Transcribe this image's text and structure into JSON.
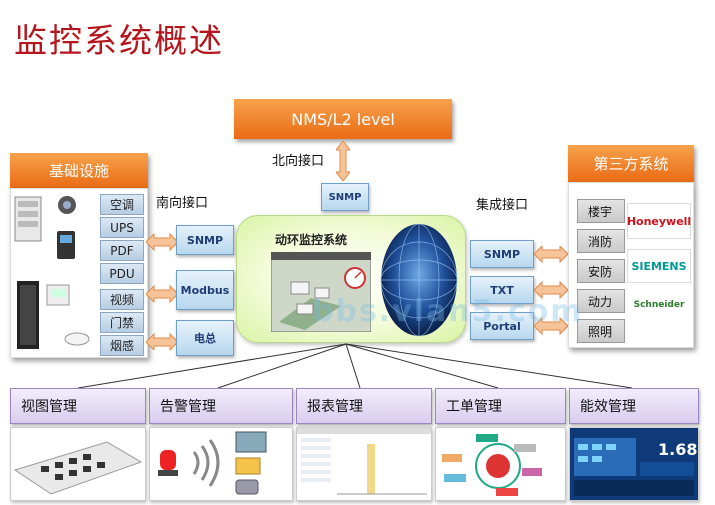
{
  "title": "监控系统概述",
  "nms": {
    "label": "NMS/L2  level"
  },
  "north": {
    "label": "北向接口",
    "protocol": "SNMP"
  },
  "infrastructure": {
    "title": "基础设施",
    "items": [
      "空调",
      "UPS",
      "PDF",
      "PDU",
      "视频",
      "门禁",
      "烟感"
    ]
  },
  "south": {
    "label": "南向接口",
    "protocols": [
      "SNMP",
      "Modbus",
      "电总"
    ]
  },
  "center": {
    "title": "动环监控系统"
  },
  "integration": {
    "label": "集成接口",
    "protocols": [
      "SNMP",
      "TXT",
      "Portal"
    ]
  },
  "third_party": {
    "title": "第三方系统",
    "items": [
      "楼宇",
      "消防",
      "安防",
      "动力",
      "照明"
    ],
    "logos": [
      "Honeywell",
      "SIEMENS",
      "Schneider"
    ]
  },
  "modules": [
    "视图管理",
    "告警管理",
    "报表管理",
    "工单管理",
    "能效管理"
  ],
  "dashboard": {
    "value": "1.68"
  },
  "watermark": "bbs.vlan5.com",
  "colors": {
    "accent_red": "#b5151c",
    "orange": "#ea6b15",
    "blue_border": "#6f9fc6",
    "purple": "#d9cdef"
  }
}
